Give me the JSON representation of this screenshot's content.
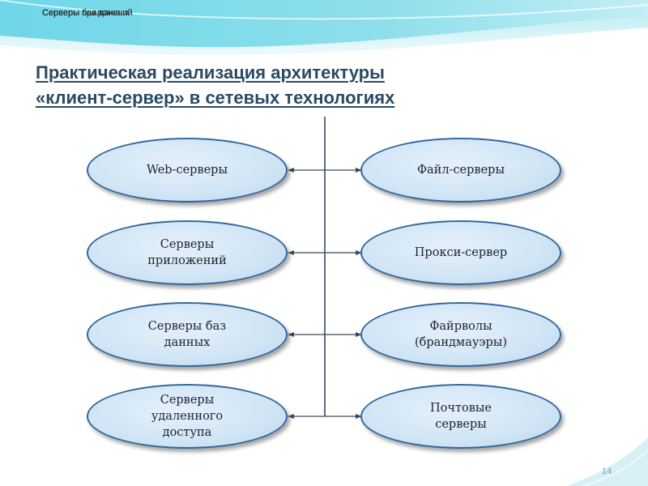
{
  "header": {
    "text_layer_1": "Серверы баз данных",
    "text_layer_2": "Серверы приложений"
  },
  "title": {
    "line1": "Практическая реализация архитектуры",
    "line2": "«клиент-сервер» в сетевых технологиях"
  },
  "diagram": {
    "left_nodes": [
      {
        "label": "Web-серверы"
      },
      {
        "label": "Серверы\nприложений"
      },
      {
        "label": "Серверы баз\nданных"
      },
      {
        "label": "Серверы\nудаленного\nдоступа"
      }
    ],
    "right_nodes": [
      {
        "label": "Файл-серверы"
      },
      {
        "label": "Прокси-сервер"
      },
      {
        "label": "Файрволы\n(брандмауэры)"
      },
      {
        "label": "Почтовые\nсерверы"
      }
    ]
  },
  "page_number": "14",
  "colors": {
    "title": "#2a4a63",
    "node_border": "#31669b",
    "node_fill": "#d2e6f6",
    "connector": "#3b4a5a",
    "background_wave": "#64cde0"
  }
}
